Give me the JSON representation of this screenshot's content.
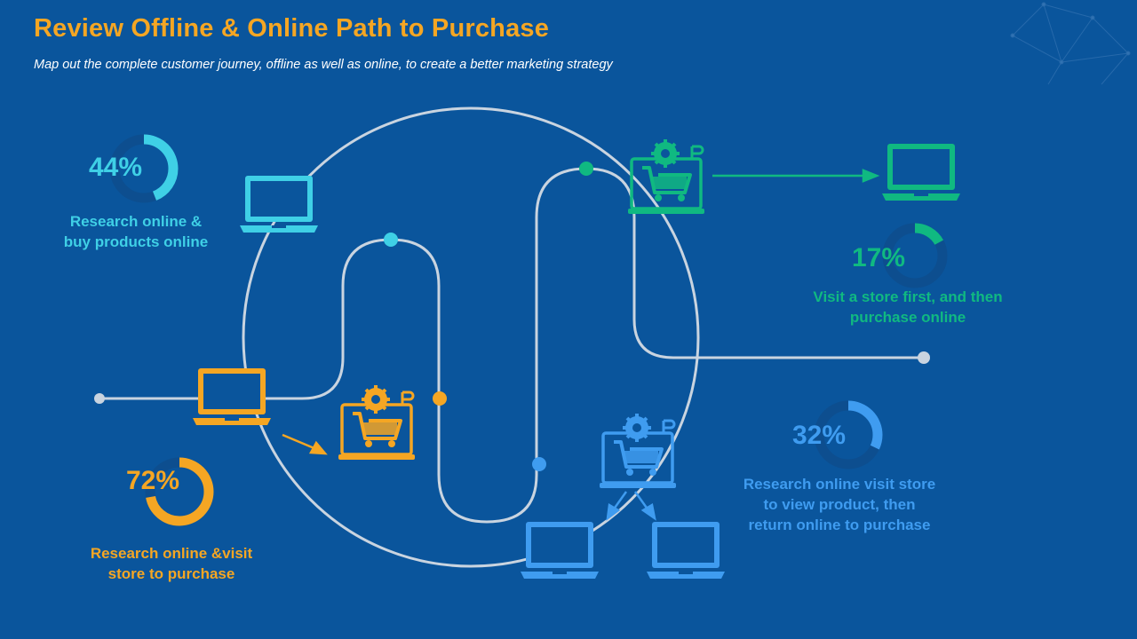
{
  "header": {
    "title": "Review Offline & Online Path to Purchase",
    "subtitle": "Map out the complete customer journey, offline as well  as online, to create a better marketing strategy"
  },
  "segments": [
    {
      "id": "research-online-buy-online",
      "percent_label": "44%",
      "value": 44,
      "label": "Research online &\nbuy products online",
      "color": "#3fd0e6"
    },
    {
      "id": "research-online-visit-store",
      "percent_label": "72%",
      "value": 72,
      "label": "Research online &visit\nstore to purchase",
      "color": "#f5a623"
    },
    {
      "id": "visit-store-purchase-online",
      "percent_label": "17%",
      "value": 17,
      "label": "Visit a store first, and then\npurchase online",
      "color": "#10b981"
    },
    {
      "id": "research-view-return-online",
      "percent_label": "32%",
      "value": 32,
      "label": "Research online visit store\nto view product, then\nreturn online to purchase",
      "color": "#3f9cf0"
    }
  ],
  "colors": {
    "background": "#0a559c",
    "path_line": "#c9d4e0",
    "ring_track": "#0d4e8f"
  },
  "icons": [
    "laptop-icon",
    "shopping-cart-laptop-icon",
    "arrow-icon",
    "network-pattern-icon"
  ]
}
